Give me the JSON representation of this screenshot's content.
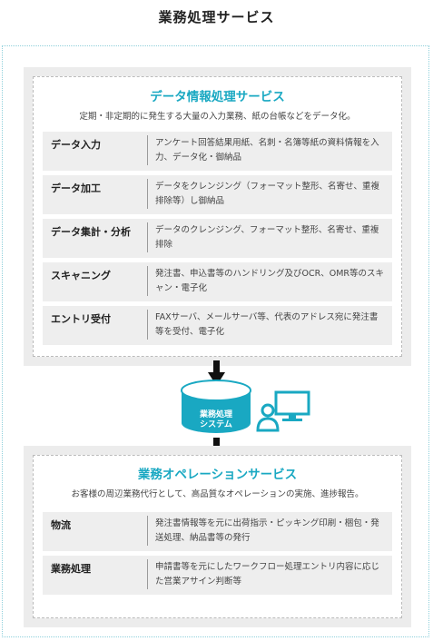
{
  "title": "業務処理サービス",
  "upper": {
    "heading": "データ情報処理サービス",
    "subtitle": "定期・非定期的に発生する大量の入力業務、紙の台帳などをデータ化。",
    "rows": [
      {
        "label": "データ入力",
        "desc": "アンケート回答結果用紙、名刺・名簿等紙の資料情報を入力、データ化・御納品"
      },
      {
        "label": "データ加工",
        "desc": "データをクレンジング（フォーマット整形、名寄せ、重複排除等）し御納品"
      },
      {
        "label": "データ集計・分析",
        "desc": "データのクレンジング、フォーマット整形、名寄せ、重複排除"
      },
      {
        "label": "スキャニング",
        "desc": "発注書、申込書等のハンドリング及びOCR、OMR等のスキャン・電子化"
      },
      {
        "label": "エントリ受付",
        "desc": "FAXサーバ、メールサーバ等、代表のアドレス宛に発注書等を受付、電子化"
      }
    ]
  },
  "system": {
    "db_label_line1": "業務処理",
    "db_label_line2": "システム",
    "color": "#19a8c2"
  },
  "lower": {
    "heading": "業務オペレーションサービス",
    "subtitle": "お客様の周辺業務代行として、高品質なオペレーションの実施、進捗報告。",
    "rows": [
      {
        "label": "物流",
        "desc": "発注書情報等を元に出荷指示・ピッキング印刷・梱包・発送処理、納品書等の発行"
      },
      {
        "label": "業務処理",
        "desc": "申請書等を元にしたワークフロー処理エントリ内容に応じた営業アサイン判断等"
      }
    ]
  }
}
